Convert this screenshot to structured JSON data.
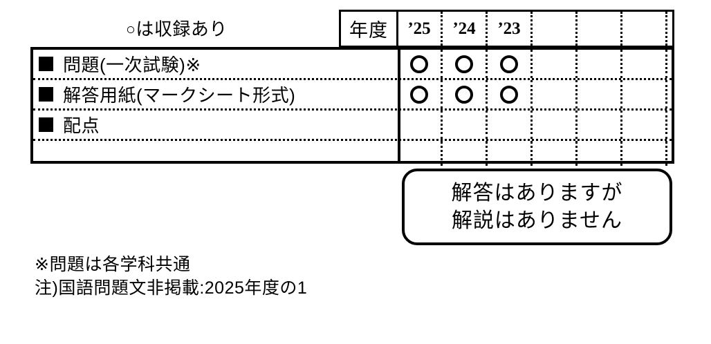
{
  "legend": {
    "mark": "○",
    "text": "は収録あり"
  },
  "table": {
    "year_header_label": "年度",
    "columns": [
      {
        "label": "’25"
      },
      {
        "label": "’24"
      },
      {
        "label": "’23"
      },
      {
        "label": ""
      },
      {
        "label": ""
      },
      {
        "label": ""
      },
      {
        "label": ""
      }
    ],
    "rows": [
      {
        "label": "問題(一次試験)※",
        "bullet": "■",
        "marks": [
          "○",
          "○",
          "○",
          "",
          "",
          "",
          ""
        ]
      },
      {
        "label": "解答用紙(マークシート形式)",
        "bullet": "■",
        "marks": [
          "○",
          "○",
          "○",
          "",
          "",
          "",
          ""
        ]
      },
      {
        "label": "配点",
        "bullet": "■",
        "marks": [
          "",
          "",
          "",
          "",
          "",
          "",
          ""
        ]
      },
      {
        "label": "",
        "bullet": "",
        "marks": [
          "",
          "",
          "",
          "",
          "",
          "",
          ""
        ]
      }
    ]
  },
  "note_box": {
    "line1": "解答はありますが",
    "line2": "解説はありません"
  },
  "footnotes": {
    "line1": "※問題は各学科共通",
    "line2": "注)国語問題文非掲載:2025年度の1"
  },
  "colors": {
    "ink": "#000000",
    "paper": "#ffffff"
  }
}
